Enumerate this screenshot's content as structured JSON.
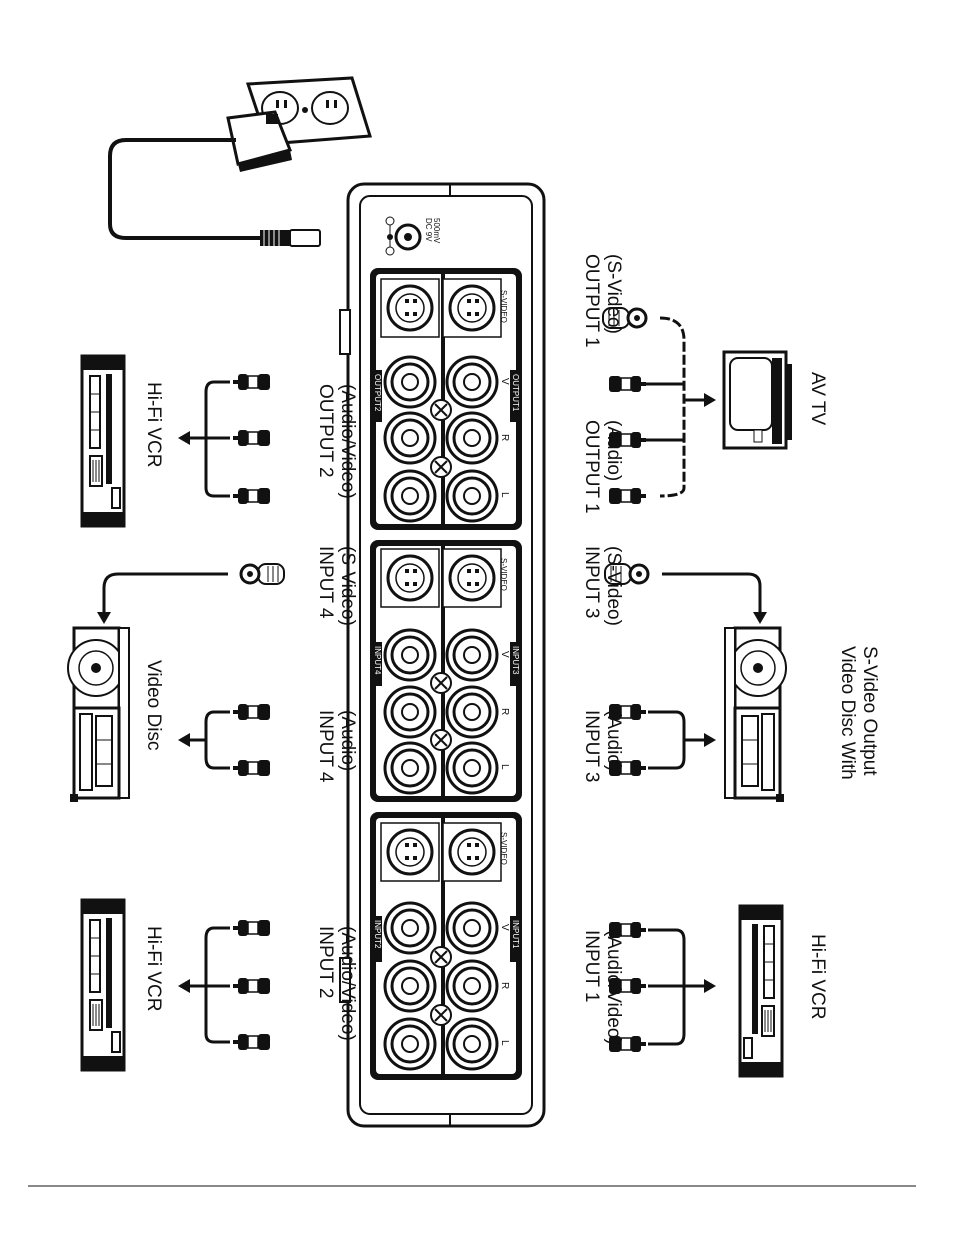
{
  "power": {
    "dc_label": "DC 9V",
    "ma_label": "500mV"
  },
  "jacks": {
    "svideo": "S-VIDEO",
    "v": "V",
    "r": "R",
    "l": "L"
  },
  "panels": {
    "output1": "OUTPUT1",
    "output2": "OUTPUT2",
    "input1": "INPUT1",
    "input2": "INPUT2",
    "input3": "INPUT3",
    "input4": "INPUT4"
  },
  "labels": {
    "output1_svideo": [
      "OUTPUT 1",
      "(S-Video)"
    ],
    "output1_audio": [
      "OUTPUT 1",
      "(Audio)"
    ],
    "output2": [
      "OUTPUT 2",
      "(Audio/Video)"
    ],
    "input3_svideo": [
      "INPUT 3",
      "(S-Video)"
    ],
    "input3_audio": [
      "INPUT 3",
      "(Audio)"
    ],
    "input4_svideo": [
      "INPUT 4",
      "(S-Video)"
    ],
    "input4_audio": [
      "INPUT 4",
      "(Audio)"
    ],
    "input1": [
      "INPUT 1",
      "(Audio/Video)"
    ],
    "input2": [
      "INPUT 2",
      "(Audio/Video)"
    ]
  },
  "devices": {
    "av_tv": "AV TV",
    "video_disc_svideo": [
      "Video Disc With",
      "S-Video Output"
    ],
    "hifi_vcr_right": "Hi-Fi VCR",
    "hifi_vcr_output2": "Hi-Fi VCR",
    "video_disc_left": "Video Disc",
    "hifi_vcr_input2": "Hi-Fi VCR"
  }
}
